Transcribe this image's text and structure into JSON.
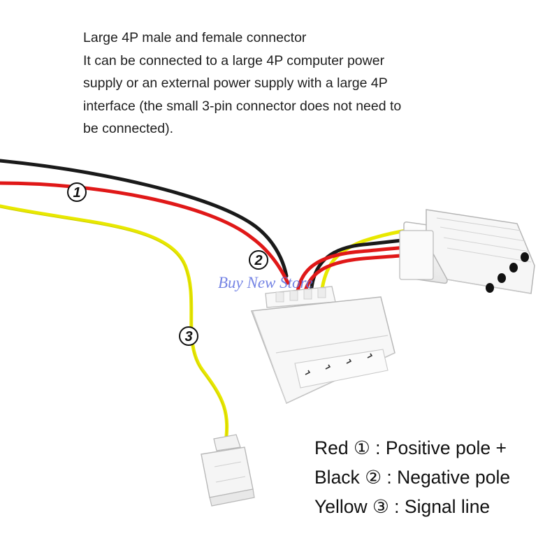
{
  "description": {
    "lines": [
      "Large 4P male and female connector",
      "It can be connected to a large 4P computer power",
      "supply or an external power supply with a large 4P",
      "interface (the small 3-pin connector does not need to",
      "be connected)."
    ]
  },
  "wire_markers": [
    "1",
    "2",
    "3"
  ],
  "watermark": "Buy New Store",
  "legend": [
    {
      "color": "Red",
      "marker": "①",
      "meaning": "Positive pole +"
    },
    {
      "color": "Black",
      "marker": "②",
      "meaning": "Negative pole"
    },
    {
      "color": "Yellow",
      "marker": "③",
      "meaning": "Signal line"
    }
  ],
  "colors": {
    "red_wire": "#e01818",
    "black_wire": "#1a1a1a",
    "yellow_wire": "#f0f000",
    "connector": "#f4f4f4"
  }
}
